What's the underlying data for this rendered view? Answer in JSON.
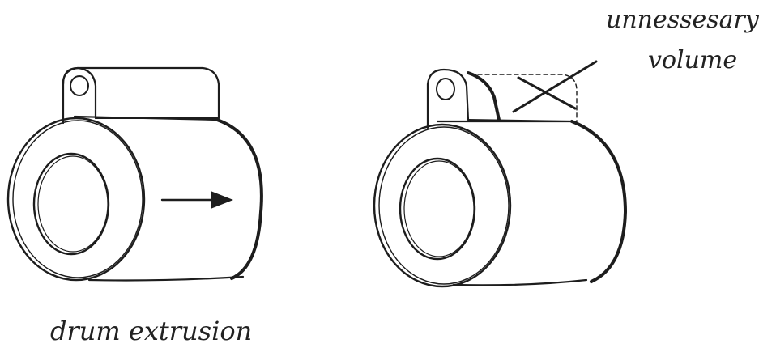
{
  "labels": {
    "left_caption": "drum extrusion",
    "right_note_line1": "unnessesary",
    "right_note_line2": "volume"
  },
  "colors": {
    "ink": "#1d1d1d",
    "background": "#ffffff"
  },
  "icons": {
    "extrusion_arrow": "arrow-right-icon",
    "cross_mark": "x-mark-icon"
  }
}
